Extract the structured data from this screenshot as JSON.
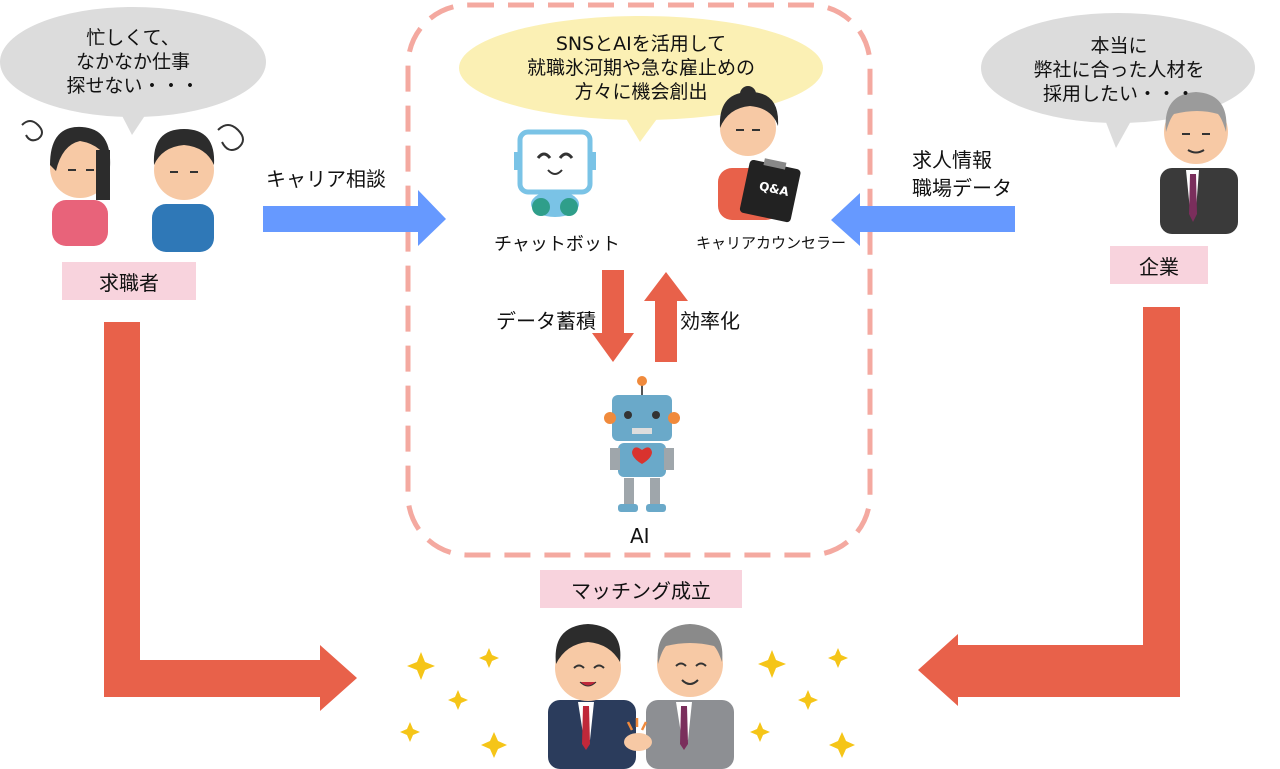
{
  "seekers": {
    "bubble": "忙しくて、\nなかなか仕事\n探せない・・・",
    "label": "求職者"
  },
  "center": {
    "bubble": "SNSとAIを活用して\n就職氷河期や急な雇止めの\n方々に機会創出",
    "chatbot_label": "チャットボット",
    "counselor_label": "キャリアカウンセラー",
    "counselor_board": "Q&A",
    "data_label": "データ蓄積",
    "efficiency_label": "効率化",
    "ai_label": "AI"
  },
  "career_consult": "キャリア相談",
  "company": {
    "bubble": "本当に\n弊社に合った人材を\n採用したい・・・",
    "info": "求人情報\n職場データ",
    "label": "企業"
  },
  "match_label": "マッチング成立",
  "colors": {
    "blue_arrow": "#6699ff",
    "red_arrow": "#e8614a",
    "tag_bg": "#f8d3dd",
    "dash_border": "#f4a9a0",
    "bubble_gray": "#dcdcdc",
    "bubble_yellow": "#fbf0b4"
  }
}
